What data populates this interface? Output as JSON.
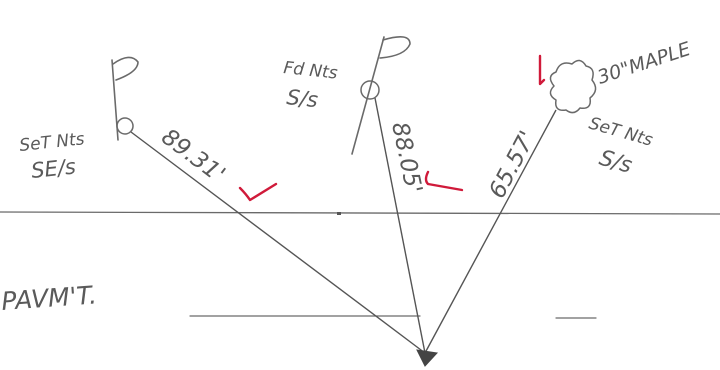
{
  "survey": {
    "left_monument": {
      "label_line1": "SeT Nts",
      "label_line2": "SE/s"
    },
    "center_monument": {
      "label_line1": "Fd Nts",
      "label_line2": "S/s"
    },
    "right_monument": {
      "label_line1": "SeT Nts",
      "label_line2": "S/s"
    },
    "tree_label": "30\"MAPLE",
    "pavement_label": "PAVM'T.",
    "ties": [
      {
        "name": "left",
        "distance": "89.31'"
      },
      {
        "name": "center",
        "distance": "88.05'"
      },
      {
        "name": "right",
        "distance": "65.57'"
      }
    ]
  },
  "colors": {
    "ink": "#6a6a6a",
    "check_marks": "#d01a3a"
  }
}
